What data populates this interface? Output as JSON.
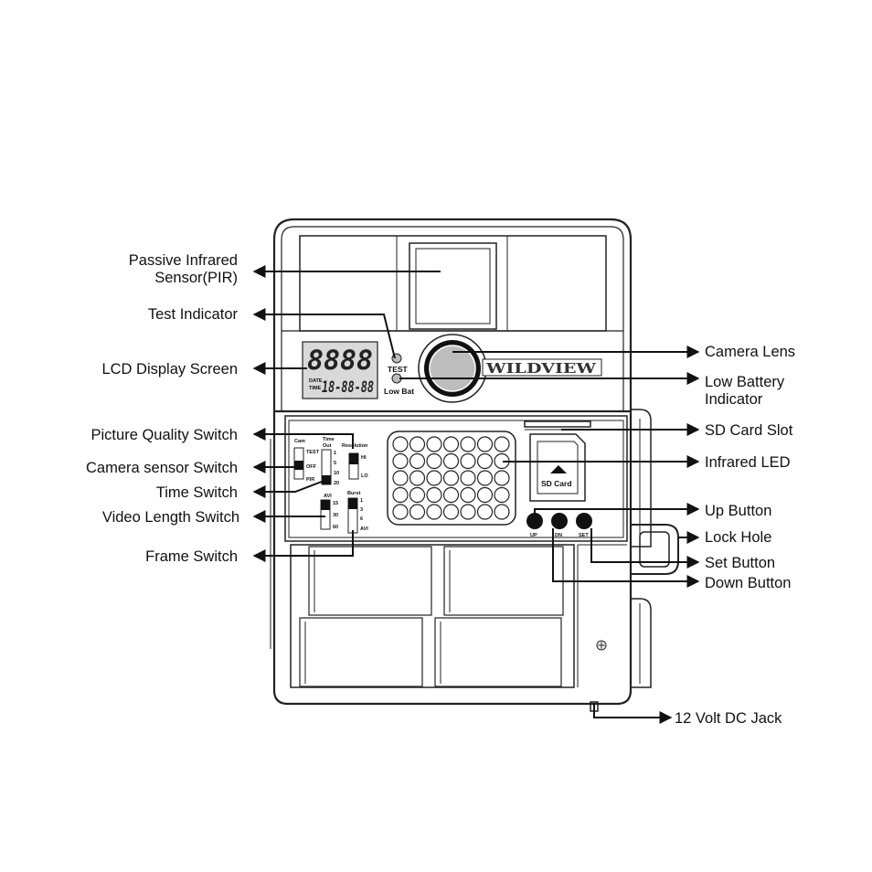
{
  "labels": {
    "pir_line1": "Passive Infrared",
    "pir_line2": "Sensor(PIR)",
    "test_indicator": "Test Indicator",
    "lcd_screen": "LCD Display Screen",
    "picture_quality": "Picture Quality Switch",
    "camera_sensor": "Camera sensor Switch",
    "time_switch": "Time Switch",
    "video_length": "Video Length Switch",
    "frame_switch": "Frame Switch",
    "camera_lens": "Camera Lens",
    "low_battery_line1": "Low Battery",
    "low_battery_line2": "Indicator",
    "sd_slot": "SD Card  Slot",
    "infrared_led": "Infrared LED",
    "up_button": "Up Button",
    "lock_hole": "Lock Hole",
    "set_button": "Set Button",
    "down_button": "Down Button",
    "dc_jack": "12 Volt DC Jack"
  },
  "device": {
    "lcd_top": "8888",
    "lcd_bottom": "18-88-88",
    "lcd_date": "DATE",
    "lcd_time": "TIME",
    "test": "TEST",
    "low_bat": "Low Bat",
    "brand": "WILDVIEW",
    "sd_card": "SD Card",
    "btn_up": "UP",
    "btn_dn": "DN",
    "btn_set": "SET",
    "cam_title": "Cam",
    "cam_opts": [
      "TEST",
      "OFF",
      "PIR"
    ],
    "timeout_title_1": "Time",
    "timeout_title_2": "Out",
    "timeout_opts": [
      "1",
      "5",
      "10",
      "20"
    ],
    "resolution_title": "Resolution",
    "resolution_opts": [
      "HI",
      "LO"
    ],
    "avi_title": "AVI",
    "avi_opts": [
      "15",
      "30",
      "60"
    ],
    "burst_title": "Burst",
    "burst_opts": [
      "1",
      "3",
      "6",
      "AVI"
    ]
  }
}
